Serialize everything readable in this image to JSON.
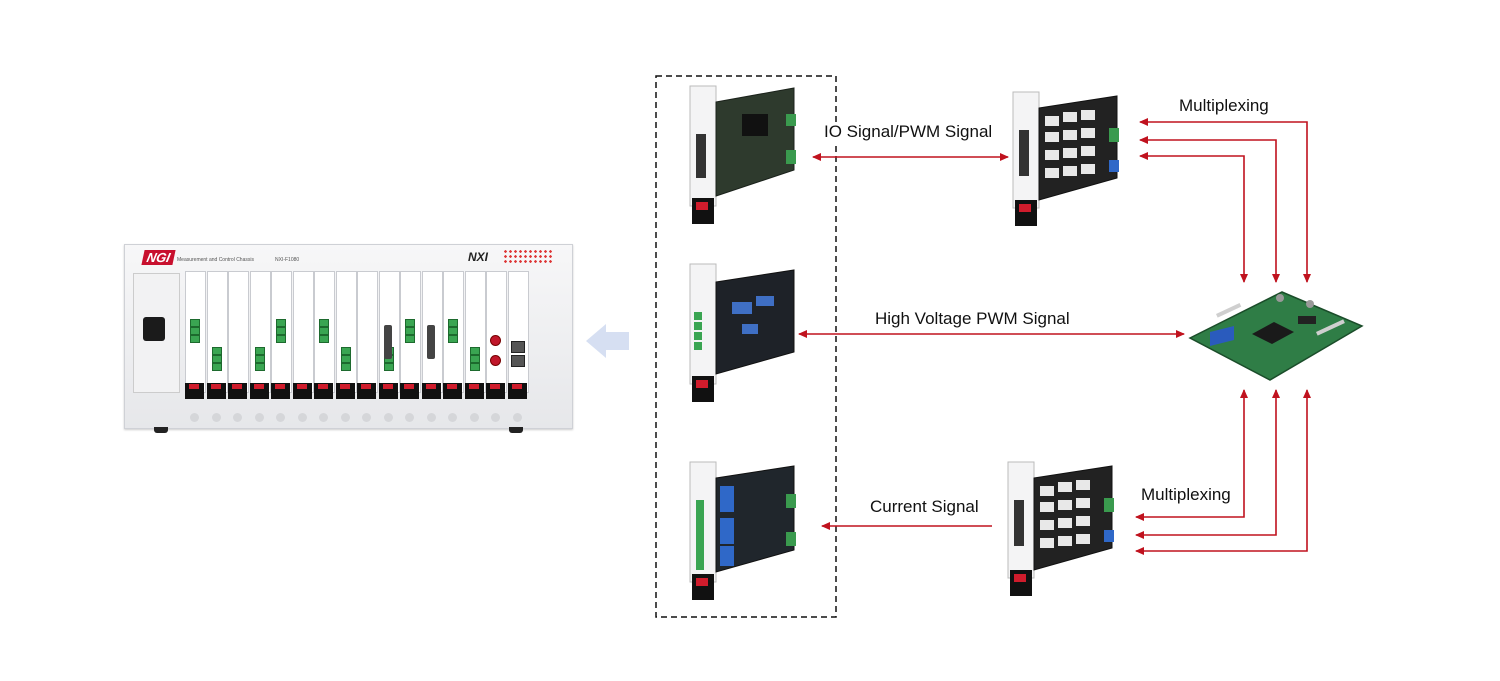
{
  "labels": {
    "io_pwm_signal": "IO Signal/PWM Signal",
    "high_voltage_pwm_signal": "High Voltage PWM Signal",
    "current_signal": "Current Signal",
    "multiplexing_top": "Multiplexing",
    "multiplexing_bottom": "Multiplexing"
  },
  "chassis": {
    "brand": "NGI",
    "caption": "Measurement and Control Chassis",
    "model": "NXI-F1080",
    "platform": "NXI"
  },
  "colors": {
    "signal_arrow": "#c0121e",
    "dashed_box": "#111111",
    "data_flow_arrow": "#d6dff2"
  },
  "icons": {
    "chassis": "instrument-chassis-icon",
    "io_module": "io-pwm-module-card-icon",
    "hv_pwm_module": "high-voltage-pwm-module-card-icon",
    "current_module": "current-signal-module-card-icon",
    "mux_top": "multiplexer-module-card-icon",
    "mux_bottom": "multiplexer-module-card-icon",
    "controller_board": "controller-pcb-icon"
  }
}
